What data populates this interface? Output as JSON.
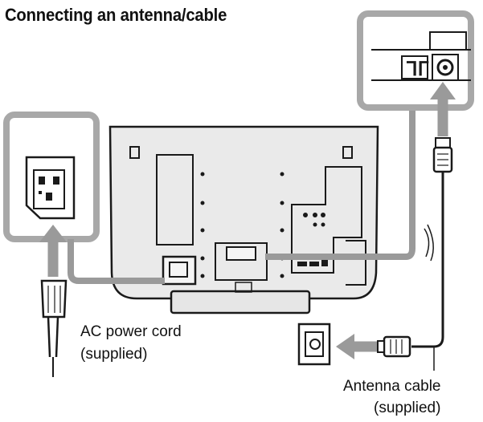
{
  "title": "Connecting an antenna/cable",
  "labels": {
    "ac_line1": "AC power cord",
    "ac_line2": "(supplied)",
    "antenna_line1": "Antenna cable",
    "antenna_line2": "(supplied)"
  },
  "colors": {
    "outline": "#1a1a1a",
    "panel_gray": "#a8a8a8",
    "arrow_gray": "#999999",
    "cable": "#7a7a7a",
    "tv_back": "#e8e8e8"
  }
}
